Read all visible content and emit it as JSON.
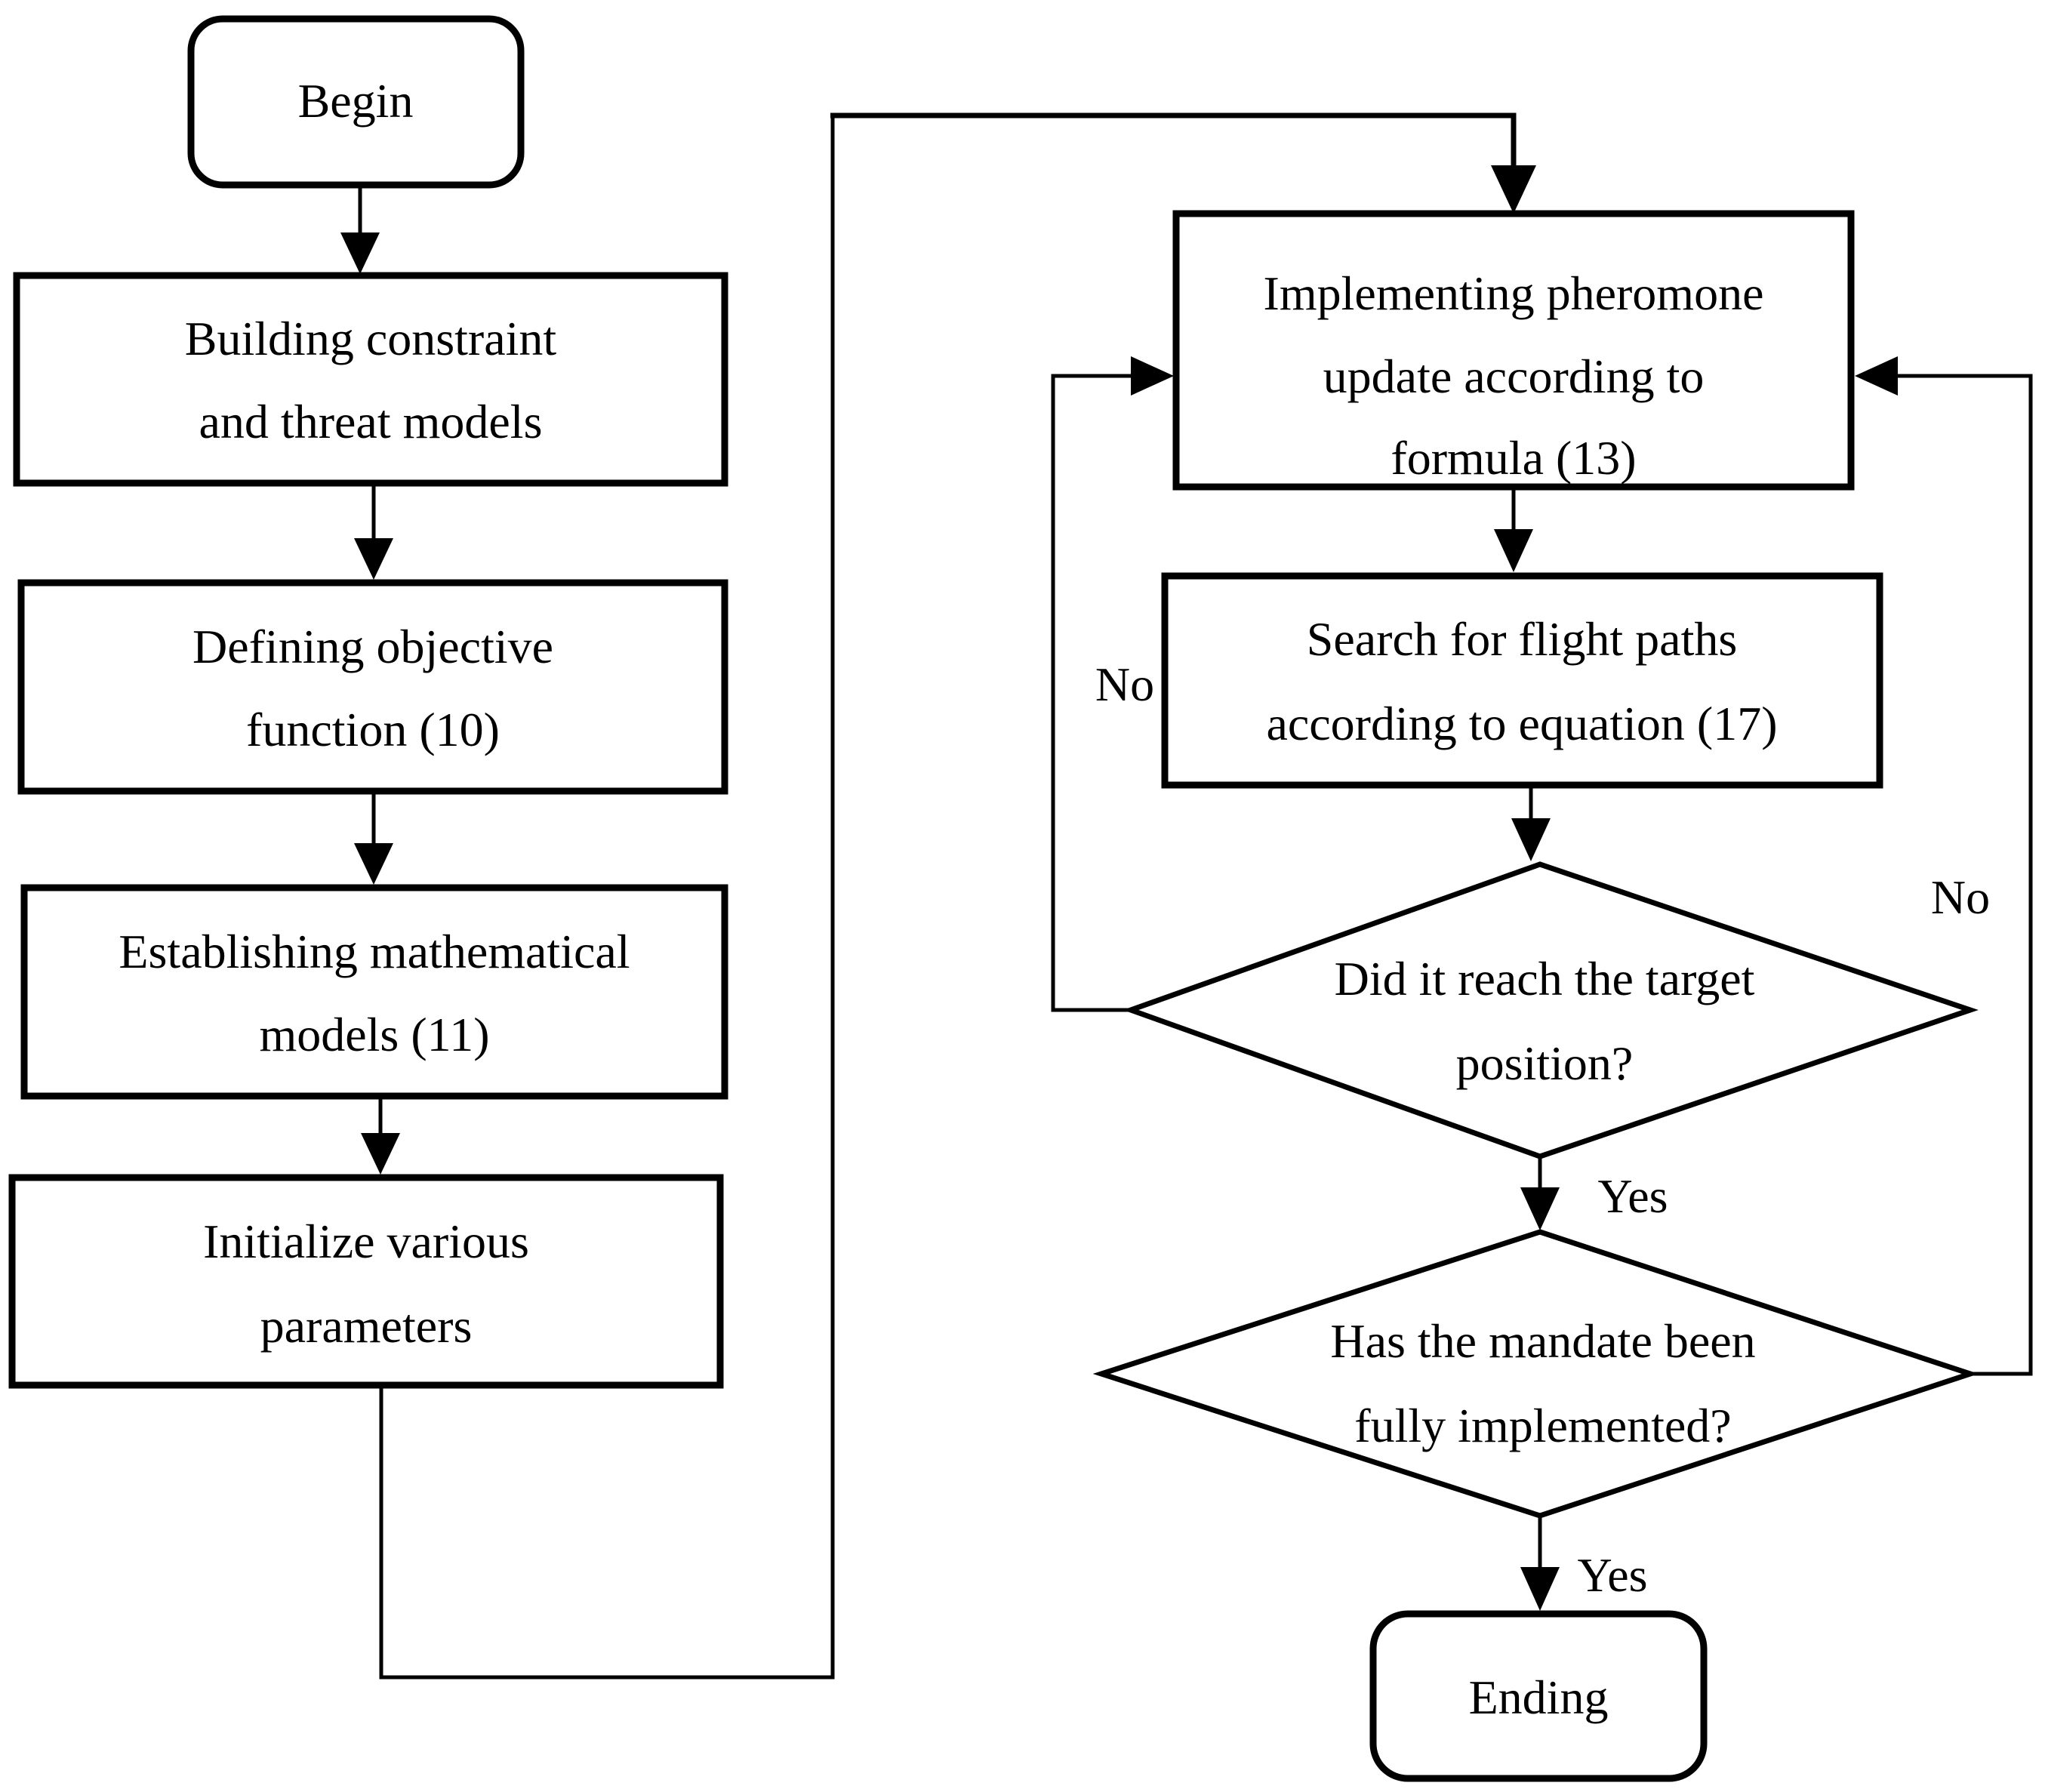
{
  "diagram": {
    "background": "#ffffff",
    "stroke_color": "#000000",
    "text_color": "#000000",
    "nodes": {
      "begin": {
        "shape": "terminator",
        "label": "Begin"
      },
      "building": {
        "shape": "process",
        "lines": [
          "Building constraint",
          "and threat models"
        ]
      },
      "defining": {
        "shape": "process",
        "lines": [
          "Defining objective",
          "function (10)"
        ]
      },
      "establishing": {
        "shape": "process",
        "lines": [
          "Establishing mathematical",
          "models (11)"
        ]
      },
      "initialize": {
        "shape": "process",
        "lines": [
          "Initialize various",
          "parameters"
        ]
      },
      "implementing": {
        "shape": "process",
        "lines": [
          "Implementing pheromone",
          "update according to",
          "formula (13)"
        ]
      },
      "search": {
        "shape": "process",
        "lines": [
          "Search for flight paths",
          "according to equation (17)"
        ]
      },
      "reach_target": {
        "shape": "decision",
        "lines": [
          "Did it reach the target",
          "position?"
        ]
      },
      "mandate": {
        "shape": "decision",
        "lines": [
          "Has the mandate been",
          "fully implemented?"
        ]
      },
      "ending": {
        "shape": "terminator",
        "label": "Ending"
      }
    },
    "edge_labels": {
      "reach_no": "No",
      "reach_yes": "Yes",
      "mandate_no": "No",
      "mandate_yes": "Yes"
    },
    "edges": [
      {
        "from": "begin",
        "to": "building",
        "label": ""
      },
      {
        "from": "building",
        "to": "defining",
        "label": ""
      },
      {
        "from": "defining",
        "to": "establishing",
        "label": ""
      },
      {
        "from": "establishing",
        "to": "initialize",
        "label": ""
      },
      {
        "from": "initialize",
        "to": "implementing",
        "label": ""
      },
      {
        "from": "implementing",
        "to": "search",
        "label": ""
      },
      {
        "from": "search",
        "to": "reach_target",
        "label": ""
      },
      {
        "from": "reach_target",
        "to": "implementing",
        "label": "No"
      },
      {
        "from": "reach_target",
        "to": "mandate",
        "label": "Yes"
      },
      {
        "from": "mandate",
        "to": "implementing",
        "label": "No"
      },
      {
        "from": "mandate",
        "to": "ending",
        "label": "Yes"
      }
    ]
  }
}
